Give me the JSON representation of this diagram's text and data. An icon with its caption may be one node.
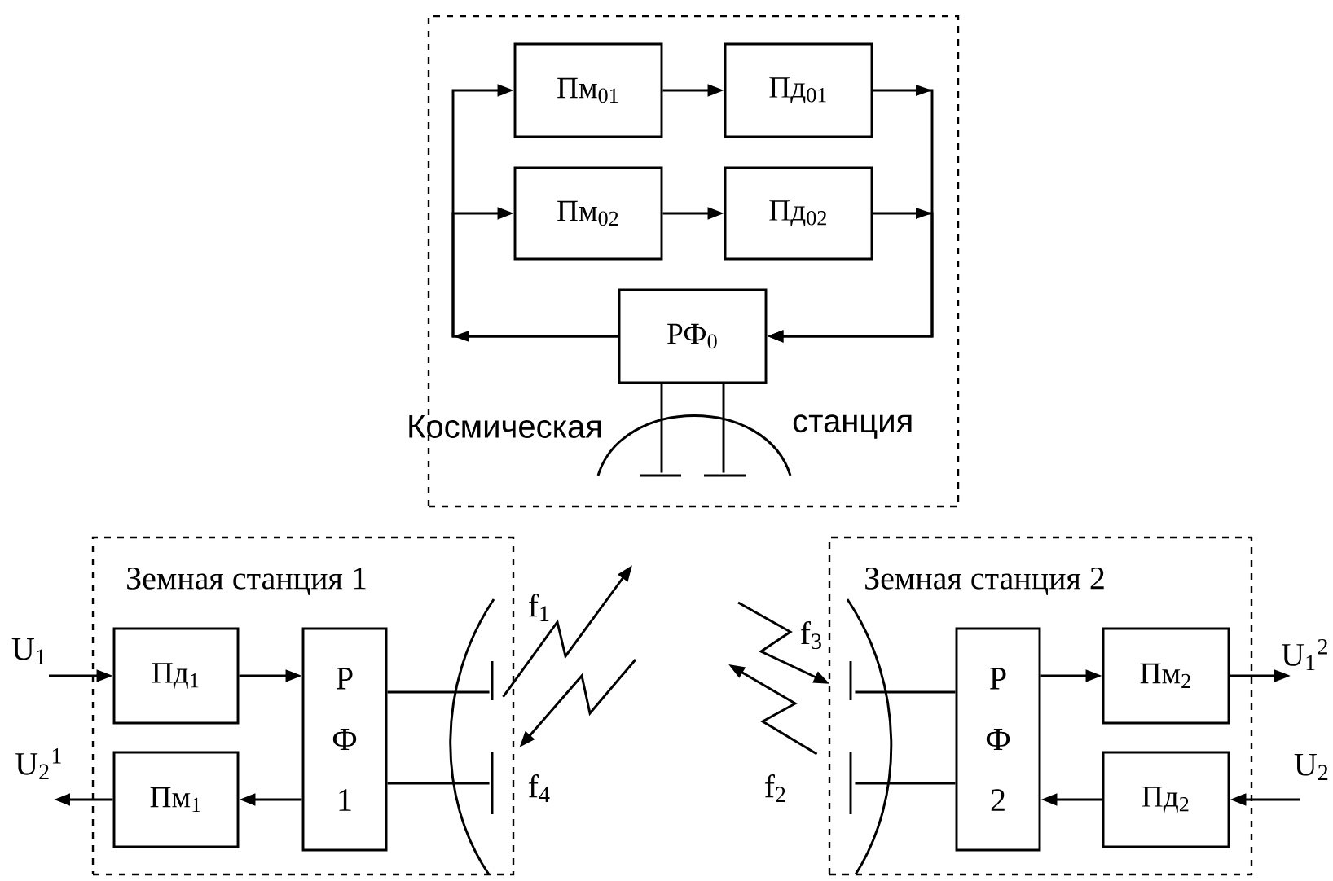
{
  "diagram": {
    "nodes": [
      {
        "text": [
          "Космическая",
          "станция"
        ]
      },
      {
        "text": [
          "Пм$_{01}$"
        ],
        "in": 0
      },
      {
        "text": [
          "Пд$_{01}$"
        ],
        "in": 0
      },
      {
        "text": [
          "Пм$_{02}$"
        ],
        "in": 0
      },
      {
        "text": [
          "Пд$_{02}$"
        ],
        "in": 0
      },
      {
        "text": [
          "РФ$_{0}$"
        ],
        "in": 0
      },
      {
        "text": [
          "Земная станция 1"
        ]
      },
      {
        "text": [
          "Пд$_{1}$"
        ],
        "in": 6
      },
      {
        "text": [
          "Р Ф 1"
        ],
        "in": 6
      },
      {
        "text": [
          "Пм$_{1}$"
        ],
        "in": 6
      },
      {
        "text": [
          "Земная станция 2"
        ]
      },
      {
        "text": [
          "Р Ф 2"
        ],
        "in": 10
      },
      {
        "text": [
          "Пм$_{2}$"
        ],
        "in": 10
      },
      {
        "text": [
          "Пд$_{2}$"
        ],
        "in": 10
      },
      {
        "text": [],
        "shape": "picture",
        "in": 6
      },
      {
        "text": [],
        "shape": "picture",
        "in": 10
      },
      {
        "text": [],
        "shape": "picture",
        "in": 0
      }
    ],
    "edges": [
      {
        "from": 1,
        "to": 2,
        "arrow": "to"
      },
      {
        "from": 3,
        "to": 4,
        "arrow": "to"
      },
      {
        "from": 2,
        "to": 5,
        "arrow": "to"
      },
      {
        "from": 4,
        "to": 5,
        "arrow": "to"
      },
      {
        "from": 5,
        "to": 1,
        "arrow": "to"
      },
      {
        "from": 5,
        "to": 3,
        "arrow": "to"
      },
      {
        "from": 5,
        "to": 16,
        "arrow": "none"
      },
      {
        "from": 5,
        "to": 16,
        "arrow": "none"
      },
      {
        "from": null,
        "to": 7,
        "arrow": "to",
        "label": "U$_{1}$"
      },
      {
        "from": 7,
        "to": 8,
        "arrow": "to"
      },
      {
        "from": 9,
        "to": null,
        "arrow": "to",
        "label": "U$_{2}$$^{1}$"
      },
      {
        "from": 8,
        "to": 9,
        "arrow": "to"
      },
      {
        "from": 8,
        "to": 14,
        "arrow": "none"
      },
      {
        "from": 8,
        "to": 14,
        "arrow": "none"
      },
      {
        "from": 14,
        "to": null,
        "arrow": "to",
        "label": "f$_{1}$"
      },
      {
        "from": null,
        "to": 14,
        "arrow": "to",
        "label": "f$_{4}$"
      },
      {
        "from": 11,
        "to": 12,
        "arrow": "to"
      },
      {
        "from": 12,
        "to": null,
        "arrow": "to",
        "label": "U$_{1}$$^{2}$"
      },
      {
        "from": null,
        "to": 13,
        "arrow": "to",
        "label": "U$_{2}$"
      },
      {
        "from": 13,
        "to": 11,
        "arrow": "to"
      },
      {
        "from": 11,
        "to": 15,
        "arrow": "none"
      },
      {
        "from": 11,
        "to": 15,
        "arrow": "none"
      },
      {
        "from": null,
        "to": 15,
        "arrow": "to",
        "label": "f$_{3}$"
      },
      {
        "from": 15,
        "to": null,
        "arrow": "to",
        "label": "f$_{2}$"
      }
    ]
  }
}
